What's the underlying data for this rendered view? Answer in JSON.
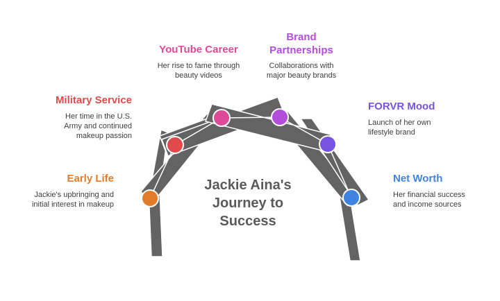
{
  "title": "Jackie Aina's\nJourney to\nSuccess",
  "stages": [
    {
      "id": "early-life",
      "title": "Early Life",
      "description": "Jackie's upbringing and\ninitial interest in makeup",
      "color": "#e07b28"
    },
    {
      "id": "military-service",
      "title": "Military Service",
      "description": "Her time in the U.S.\nArmy and continued\nmakeup passion",
      "color": "#e04a4a"
    },
    {
      "id": "youtube-career",
      "title": "YouTube Career",
      "description": "Her rise to fame through\nbeauty videos",
      "color": "#dd4a98"
    },
    {
      "id": "brand-partnerships",
      "title": "Brand\nPartnerships",
      "description": "Collaborations with\nmajor beauty brands",
      "color": "#b24ed9"
    },
    {
      "id": "forvr-mood",
      "title": "FORVR Mood",
      "description": "Launch of her own\nlifestyle brand",
      "color": "#7652e0"
    },
    {
      "id": "net-worth",
      "title": "Net Worth",
      "description": "Her financial success\nand income sources",
      "color": "#3f82e0"
    }
  ],
  "colors": {
    "beam": "#636363",
    "beam_outline": "#ffffff",
    "connector": "#ffffff",
    "title_text": "#5a5a5a"
  }
}
